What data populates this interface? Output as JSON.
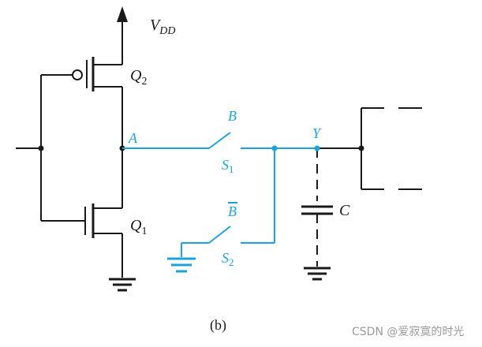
{
  "figure": {
    "caption": "(b)",
    "watermark": "CSDN @爱寂寞的时光"
  },
  "labels": {
    "vdd_main": "V",
    "vdd_sub": "DD",
    "q2_main": "Q",
    "q2_sub": "2",
    "q1_main": "Q",
    "q1_sub": "1",
    "node_a": "A",
    "s1_main": "S",
    "s1_sub": "1",
    "s2_main": "S",
    "s2_sub": "2",
    "switch1_control": "B",
    "switch2_control": "B",
    "node_y": "Y",
    "capacitor": "C"
  },
  "colors": {
    "black_wires": "#1a1a1a",
    "blue_wires": "#1aa3dd",
    "background": "#ffffff",
    "watermark": "#9a9a9a"
  },
  "icons": {
    "ground_main": "ground-icon",
    "ground_switch": "ground-icon",
    "ground_capacitor": "ground-icon",
    "vdd_supply": "arrow-up-icon"
  }
}
